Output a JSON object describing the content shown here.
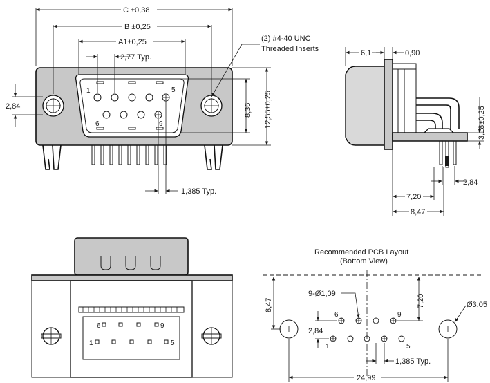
{
  "front_view": {
    "dim_c": "C ±0,38",
    "dim_b": "B ±0,25",
    "dim_a1": "A1±0,25",
    "pitch_top": "2,77 Typ.",
    "insert_note_1": "(2) #4-40 UNC",
    "insert_note_2": "Threaded Inserts",
    "height_left": "2,84",
    "height_inner": "8,36",
    "height_outer": "12,55±0,25",
    "pin_1": "1",
    "pin_5": "5",
    "pin_6": "6",
    "pin_9": "9",
    "pitch_bottom": "1,385 Typ."
  },
  "side_view": {
    "dim_depth": "6,1",
    "dim_flange": "0,90",
    "dim_height": "3,18±0,25",
    "dim_720": "7,20",
    "dim_284": "2,84",
    "dim_847": "8,47"
  },
  "bottom_view": {
    "pin_1": "1",
    "pin_5": "5",
    "pin_6": "6",
    "pin_9": "9"
  },
  "pcb_layout": {
    "title_1": "Recommended PCB Layout",
    "title_2": "(Bottom View)",
    "hole_small": "9-Ø1,09",
    "hole_large": "Ø3,05",
    "dim_847": "8,47",
    "dim_720": "7,20",
    "dim_284": "2,84",
    "pitch": "1,385 Typ.",
    "width": "24,99",
    "pin_1": "1",
    "pin_5": "5",
    "pin_6": "6",
    "pin_9": "9"
  }
}
